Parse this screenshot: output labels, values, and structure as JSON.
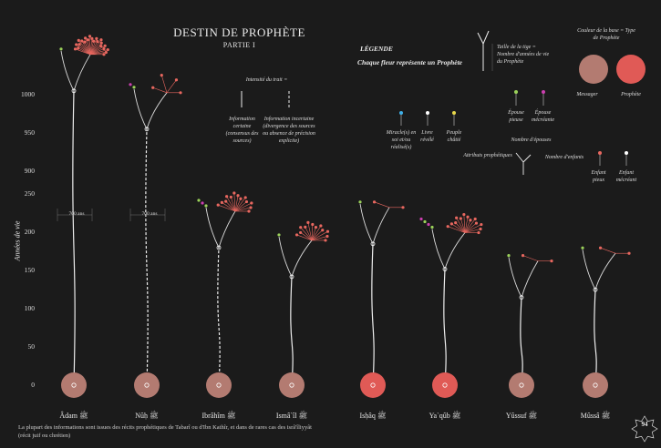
{
  "title": "DESTIN DE PROPHÈTE",
  "subtitle": "PARTIE I",
  "page_number": "94",
  "footer": "La plupart des informations sont issues des récits prophétiques de Tabarî ou d'Ibn Kathîr, et dans de rares cas des isrâ'îliyyât (récit juif ou chrétien)",
  "colors": {
    "background": "#1b1b1b",
    "messager": "#b37b71",
    "prophete": "#e05a56",
    "flower": "#e8675f",
    "spouse_pious": "#9bd25a",
    "spouse_miscreant": "#cc3fb0",
    "miracle": "#3fb0e8",
    "book": "#ffffff",
    "punished": "#e8d84a",
    "child_pious": "#e8675f",
    "child_miscreant": "#ffffff"
  },
  "legend": {
    "title": "LÉGENDE",
    "subtitle": "Chaque fleur représente un Prophète",
    "stem_note": "Taille de la tige = Nombre d'années de vie du Prophète",
    "base_note": "Couleur de la base = Type de Prophète",
    "messager": "Messager",
    "prophete": "Prophète",
    "intensity": "Intensité du trait =",
    "certain": "Information certaine (consensus des sources)",
    "uncertain": "Information incertaine (divergence des sources ou absence de précision explicite)",
    "miracle": "Miracle(s) en soi et/ou réalisé(s)",
    "book": "Livre révélé",
    "punished": "Peuple châtié",
    "spouse_pious": "Épouse pieuse",
    "spouse_miscreant": "Épouse mécréante",
    "spouses": "Nombre d'épouses",
    "attributes": "Attributs prophétiques",
    "children": "Nombre d'enfants",
    "child_pious": "Enfant pieux",
    "child_miscreant": "Enfant mécréant"
  },
  "chart_data": {
    "type": "bar",
    "ylabel": "Années de vie",
    "ylim": [
      0,
      1000
    ],
    "y_ticks": [
      0,
      50,
      100,
      150,
      200,
      250,
      900,
      950,
      1000
    ],
    "axis_break": "700 ans",
    "categories": [
      "Âdam ﷺ",
      "Nûḥ ﷺ",
      "Ibrâhîm ﷺ",
      "Ismâ`îl ﷺ",
      "Isḥâq ﷺ",
      "Ya`qûb ﷺ",
      "Yûssuf ﷺ",
      "Mûssâ ﷺ"
    ],
    "base_type": [
      "messager",
      "messager",
      "messager",
      "messager",
      "prophete",
      "prophete",
      "messager",
      "messager"
    ],
    "years": [
      1000,
      950,
      175,
      137,
      180,
      147,
      110,
      120
    ],
    "children": [
      40,
      4,
      13,
      12,
      2,
      13,
      2,
      2
    ],
    "spouses": [
      1,
      2,
      3,
      1,
      1,
      4,
      1,
      1
    ]
  }
}
